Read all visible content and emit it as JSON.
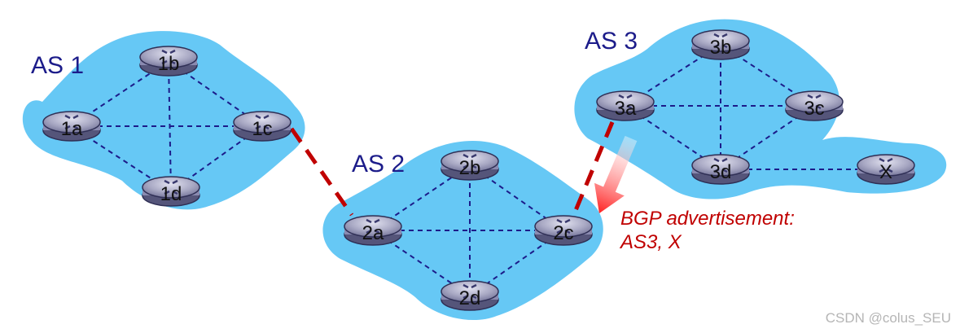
{
  "as_labels": {
    "as1": "AS 1",
    "as2": "AS 2",
    "as3": "AS 3"
  },
  "routers": {
    "r1a": "1a",
    "r1b": "1b",
    "r1c": "1c",
    "r1d": "1d",
    "r2a": "2a",
    "r2b": "2b",
    "r2c": "2c",
    "r2d": "2d",
    "r3a": "3a",
    "r3b": "3b",
    "r3c": "3c",
    "r3d": "3d",
    "rx": "X"
  },
  "advertisement": {
    "line1": "BGP advertisement:",
    "line2": "AS3, X"
  },
  "watermark": "CSDN @colus_SEU",
  "colors": {
    "cloud": "#66c8f5",
    "as_label": "#1c1c8a",
    "internal_link": "#1c1c8a",
    "external_link": "#c00000",
    "advertisement_text": "#c00000"
  }
}
